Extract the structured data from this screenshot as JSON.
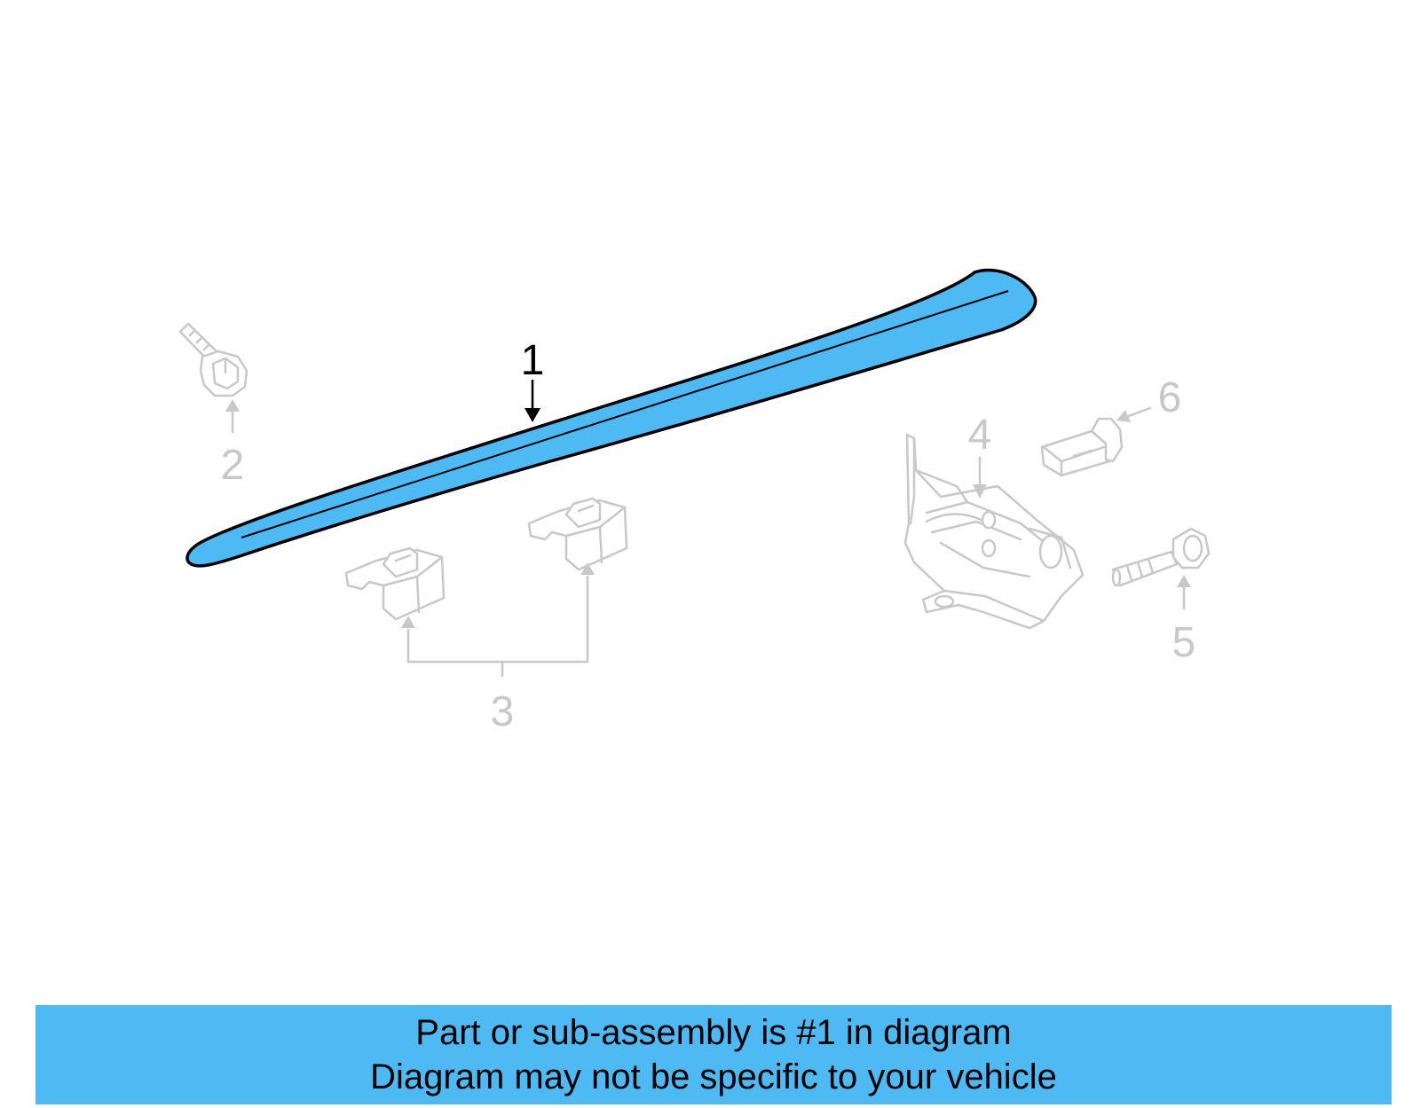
{
  "colors": {
    "highlight": "#4dbaf3",
    "inactive": "#c8c8c8",
    "outline": "#000000"
  },
  "callouts": {
    "c1": "1",
    "c2": "2",
    "c3": "3",
    "c4": "4",
    "c5": "5",
    "c6": "6"
  },
  "banner": {
    "line1": "Part or sub-assembly is #1 in diagram",
    "line2": "Diagram may not be specific to your vehicle"
  }
}
